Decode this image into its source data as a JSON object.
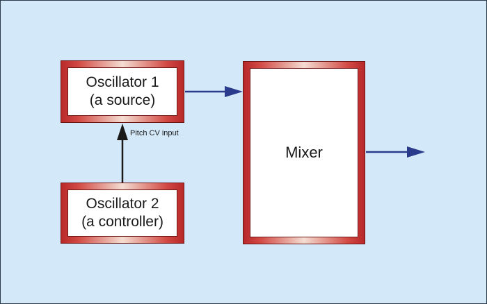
{
  "diagram": {
    "blocks": {
      "oscillator1": {
        "line1": "Oscillator 1",
        "line2": "(a source)"
      },
      "oscillator2": {
        "line1": "Oscillator 2",
        "line2": "(a controller)"
      },
      "mixer": {
        "label": "Mixer"
      }
    },
    "edges": [
      {
        "from": "oscillator1",
        "to": "mixer",
        "color": "#2a3a8c"
      },
      {
        "from": "oscillator2",
        "to": "oscillator1",
        "label": "Pitch CV input",
        "color": "#1a1a1a"
      },
      {
        "from": "mixer",
        "to": "output",
        "color": "#2a3a8c"
      }
    ]
  },
  "colors": {
    "background": "#d3e8f8",
    "block_frame": "#c0302c",
    "block_fill": "#ffffff",
    "signal_arrow": "#2a3a8c",
    "control_arrow": "#1a1a1a"
  }
}
